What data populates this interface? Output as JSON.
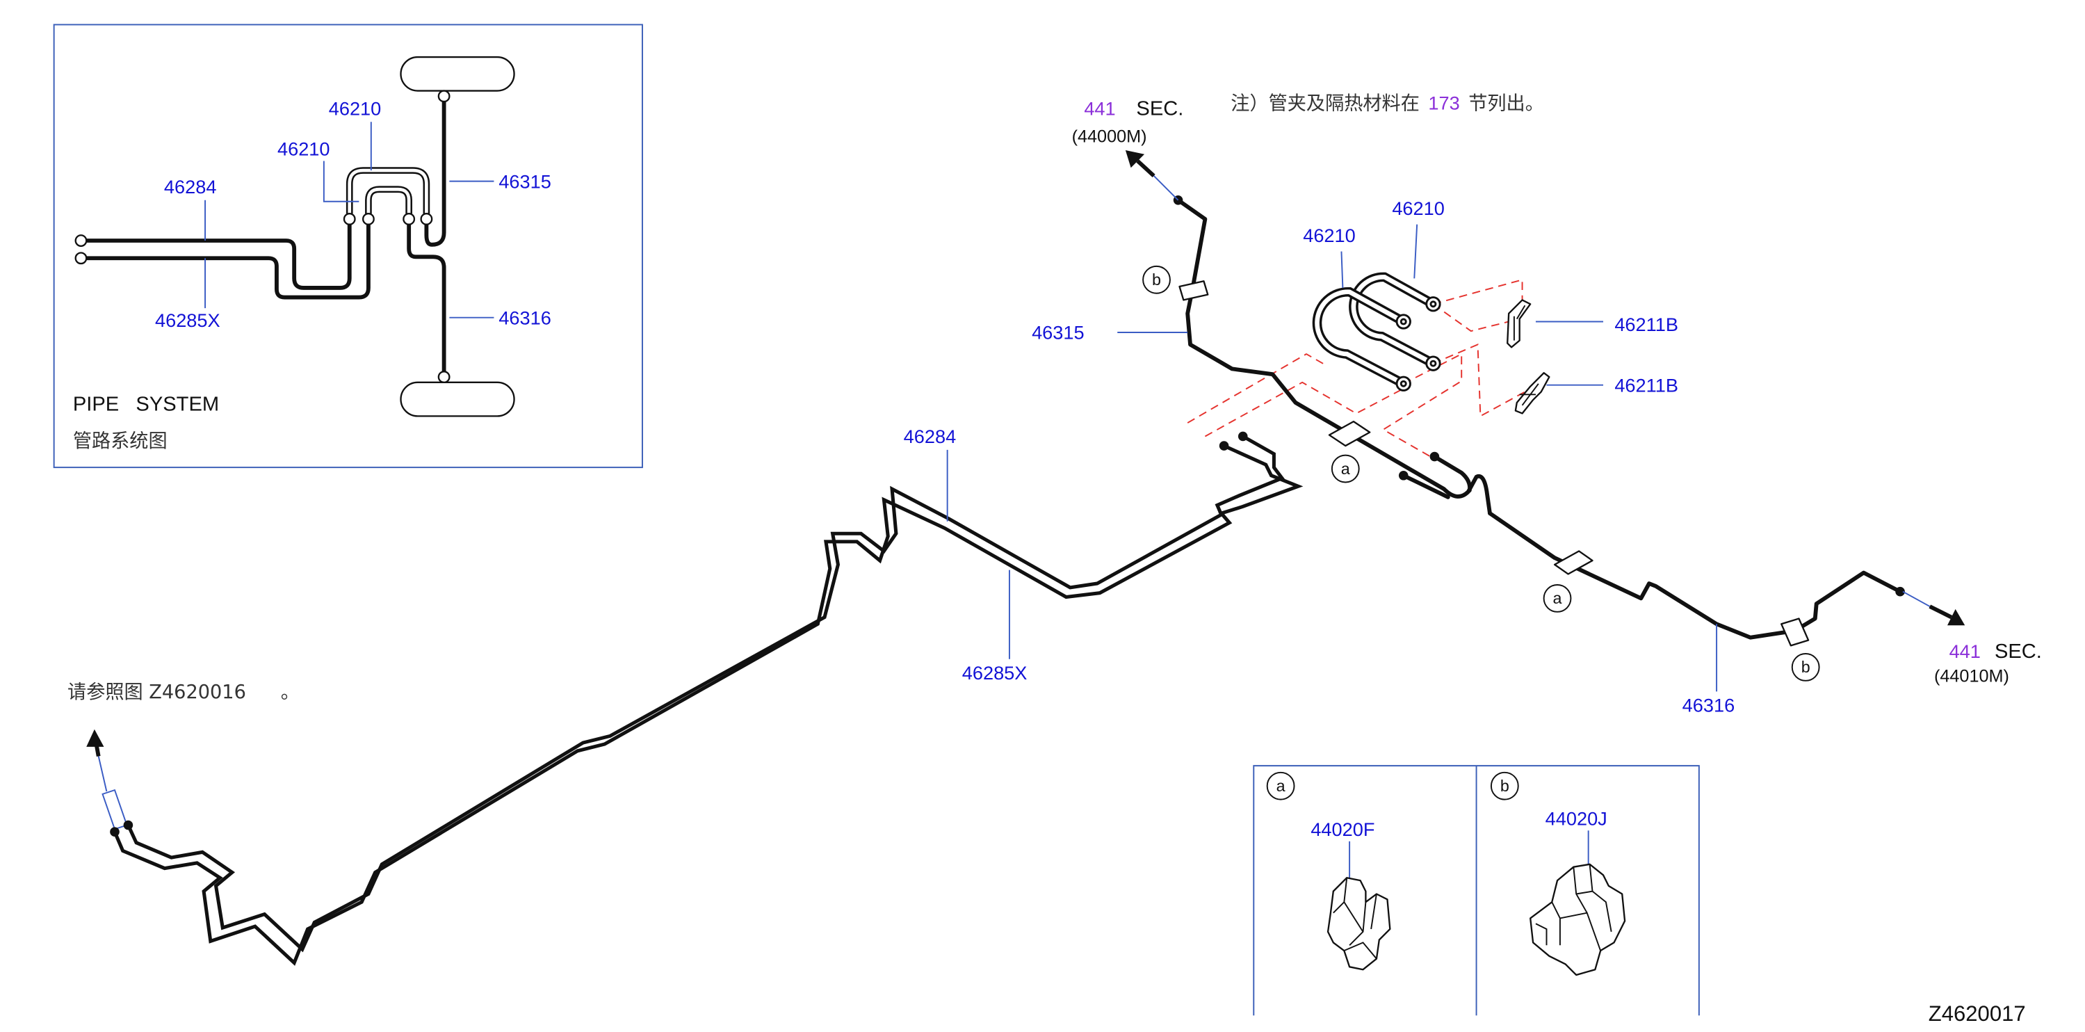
{
  "colors": {
    "part_label": "#1212d6",
    "section_number": "#8b2fd9",
    "frame": "#3b5fb8",
    "explode_dashes": "#e5322d",
    "pipe": "#111111"
  },
  "inset": {
    "title": "PIPE   SYSTEM",
    "subtitle": "管路系统图",
    "labels": {
      "top_46210": "46210",
      "left_46210": "46210",
      "p46284": "46284",
      "p46315": "46315",
      "p46316": "46316",
      "p46285x": "46285X"
    }
  },
  "main": {
    "sec_front": {
      "number": "441",
      "text": "SEC.",
      "code": "(44000M)"
    },
    "sec_rear": {
      "number": "441",
      "text": "SEC.",
      "code": "(44010M)"
    },
    "note": {
      "before": "注）管夹及隔热材料在",
      "section": "173",
      "after": "节列出。"
    },
    "reference": {
      "text": "请参照图 Z4620016",
      "end": "。"
    },
    "labels": {
      "p46210_right": "46210",
      "p46210_left": "46210",
      "p46211b_upper": "46211B",
      "p46211b_lower": "46211B",
      "p46315": "46315",
      "p46284": "46284",
      "p46285x": "46285X",
      "p46316": "46316"
    },
    "markers": [
      "b",
      "a",
      "a",
      "b"
    ]
  },
  "clip_panel": {
    "cells": [
      {
        "marker": "a",
        "part": "44020F"
      },
      {
        "marker": "b",
        "part": "44020J"
      }
    ]
  },
  "figure_id": "Z4620017"
}
